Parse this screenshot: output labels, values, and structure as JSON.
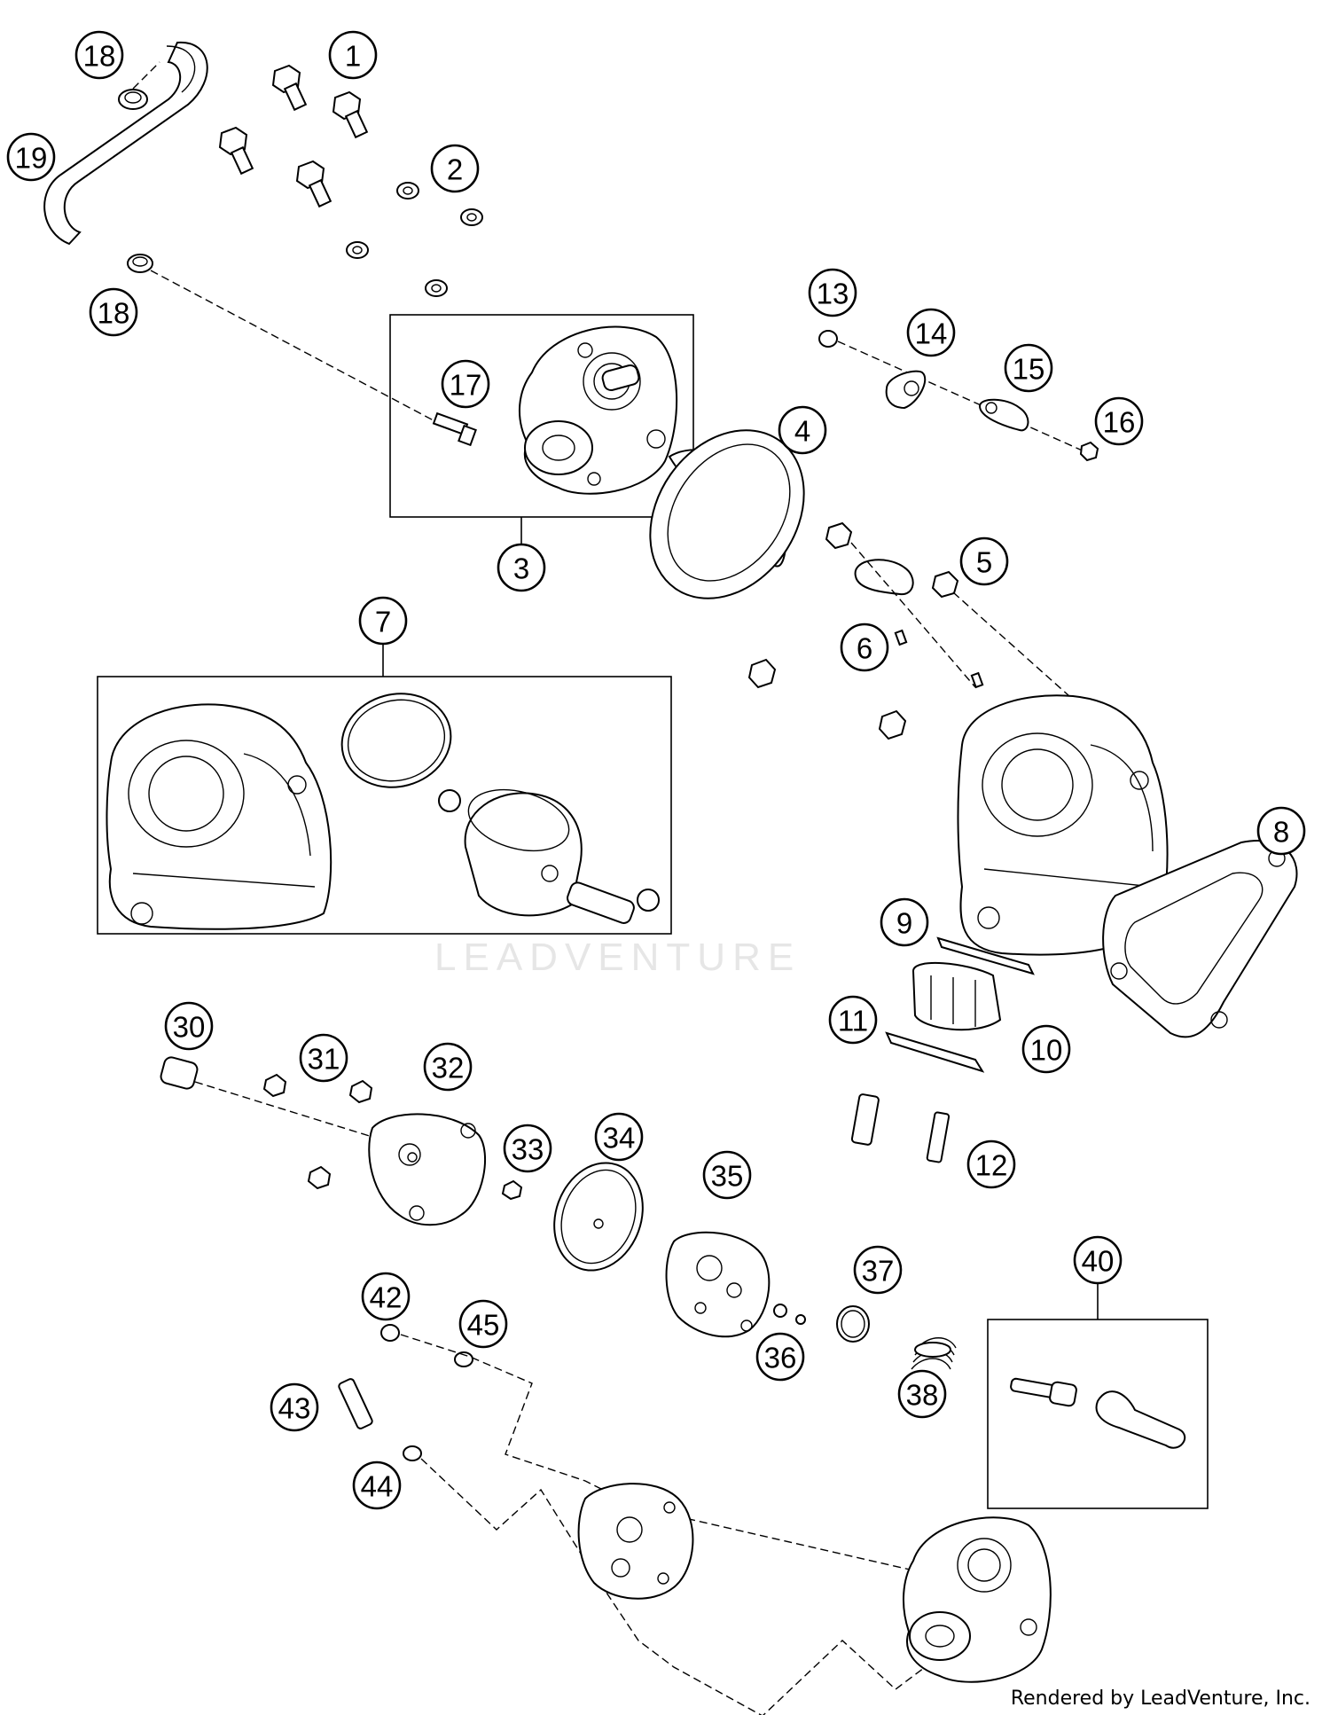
{
  "callouts": [
    {
      "label": "1"
    },
    {
      "label": "2"
    },
    {
      "label": "3"
    },
    {
      "label": "4"
    },
    {
      "label": "5"
    },
    {
      "label": "6"
    },
    {
      "label": "7"
    },
    {
      "label": "8"
    },
    {
      "label": "9"
    },
    {
      "label": "10"
    },
    {
      "label": "11"
    },
    {
      "label": "12"
    },
    {
      "label": "13"
    },
    {
      "label": "14"
    },
    {
      "label": "15"
    },
    {
      "label": "16"
    },
    {
      "label": "17"
    },
    {
      "label": "18"
    },
    {
      "label": "18"
    },
    {
      "label": "19"
    },
    {
      "label": "30"
    },
    {
      "label": "31"
    },
    {
      "label": "32"
    },
    {
      "label": "33"
    },
    {
      "label": "34"
    },
    {
      "label": "35"
    },
    {
      "label": "36"
    },
    {
      "label": "37"
    },
    {
      "label": "38"
    },
    {
      "label": "40"
    },
    {
      "label": "42"
    },
    {
      "label": "43"
    },
    {
      "label": "44"
    },
    {
      "label": "45"
    }
  ],
  "watermark": "LEADVENTURE",
  "footer": "Rendered by LeadVenture, Inc."
}
